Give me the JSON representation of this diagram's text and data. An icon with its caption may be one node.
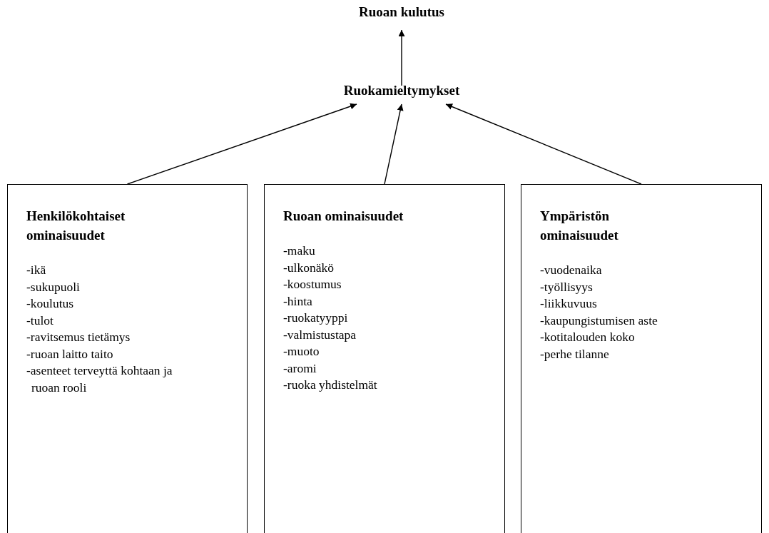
{
  "diagram": {
    "nodes": [
      {
        "text": [
          "Ruoan kulutus"
        ]
      },
      {
        "text": [
          "Ruokamieltymykset"
        ]
      },
      {
        "text": [
          "Henkilökohtaiset ominaisuudet",
          "-ikä",
          "-sukupuoli",
          "-koulutus",
          "-tulot",
          "-ravitsemus tietämys",
          "-ruoan laitto taito",
          "-asenteet terveyttä kohtaan ja ruoan rooli"
        ]
      },
      {
        "text": [
          "Ruoan ominaisuudet",
          "-maku",
          "-ulkonäkö",
          "-koostumus",
          "-hinta",
          "-ruokatyyppi",
          "-valmistustapa",
          "-muoto",
          "-aromi",
          "-ruoka yhdistelmät"
        ]
      },
      {
        "text": [
          "Ympäristön ominaisuudet",
          "-vuodenaika",
          "-työllisyys",
          "-liikkuvuus",
          "-kaupungistumisen aste",
          "-kotitalouden koko",
          "-perhe tilanne"
        ]
      }
    ],
    "edges": [
      {
        "from": 1,
        "to": 0,
        "arrow": "to"
      },
      {
        "from": 2,
        "to": 1,
        "arrow": "to"
      },
      {
        "from": 3,
        "to": 1,
        "arrow": "to"
      },
      {
        "from": 4,
        "to": 1,
        "arrow": "to"
      }
    ]
  }
}
